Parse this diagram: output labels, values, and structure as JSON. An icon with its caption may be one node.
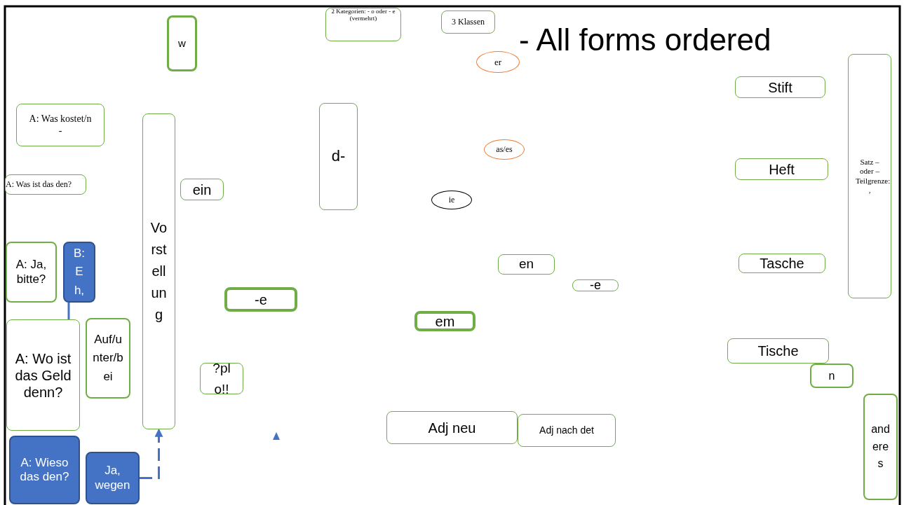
{
  "diagram": {
    "title": "- All forms ordered",
    "nodes": [
      {
        "text": [
          "w"
        ]
      },
      {
        "text": [
          "2 Kategorien: - o oder - e (vermehrt)"
        ]
      },
      {
        "text": [
          "3 Klassen"
        ]
      },
      {
        "text": [
          "er"
        ]
      },
      {
        "text": [
          "Stift"
        ]
      },
      {
        "text": [
          "Satz – oder – Teilgrenze: ,"
        ]
      },
      {
        "text": [
          "A: Was kostet/n -"
        ]
      },
      {
        "text": [
          "d-"
        ]
      },
      {
        "text": [
          "as/es"
        ]
      },
      {
        "text": [
          "Heft"
        ]
      },
      {
        "text": [
          "A: Was ist das den?"
        ]
      },
      {
        "text": [
          "Vorstellung"
        ]
      },
      {
        "text": [
          "ein"
        ]
      },
      {
        "text": [
          "ie"
        ]
      },
      {
        "text": [
          "A: Ja, bitte?"
        ]
      },
      {
        "text": [
          "B: Eh,"
        ]
      },
      {
        "text": [
          "en"
        ]
      },
      {
        "text": [
          "Tasche"
        ]
      },
      {
        "text": [
          "-e"
        ]
      },
      {
        "text": [
          "-e"
        ]
      },
      {
        "text": [
          "em"
        ]
      },
      {
        "text": [
          "A: Wo ist das Geld denn?"
        ]
      },
      {
        "text": [
          "Auf/unter/bei"
        ]
      },
      {
        "text": [
          "Tische"
        ]
      },
      {
        "text": [
          "n"
        ]
      },
      {
        "text": [
          "?plo!!"
        ]
      },
      {
        "text": [
          "Adj neu"
        ]
      },
      {
        "text": [
          "Adj nach det"
        ]
      },
      {
        "text": [
          "anderes"
        ]
      },
      {
        "text": [
          "A: Wieso das den?"
        ]
      },
      {
        "text": [
          "Ja, wegen"
        ]
      }
    ],
    "edges": [
      {
        "from": 21,
        "to": 15,
        "arrow": "none"
      },
      {
        "from": 30,
        "to": 11,
        "arrow": "to",
        "style": "dashed"
      }
    ]
  }
}
